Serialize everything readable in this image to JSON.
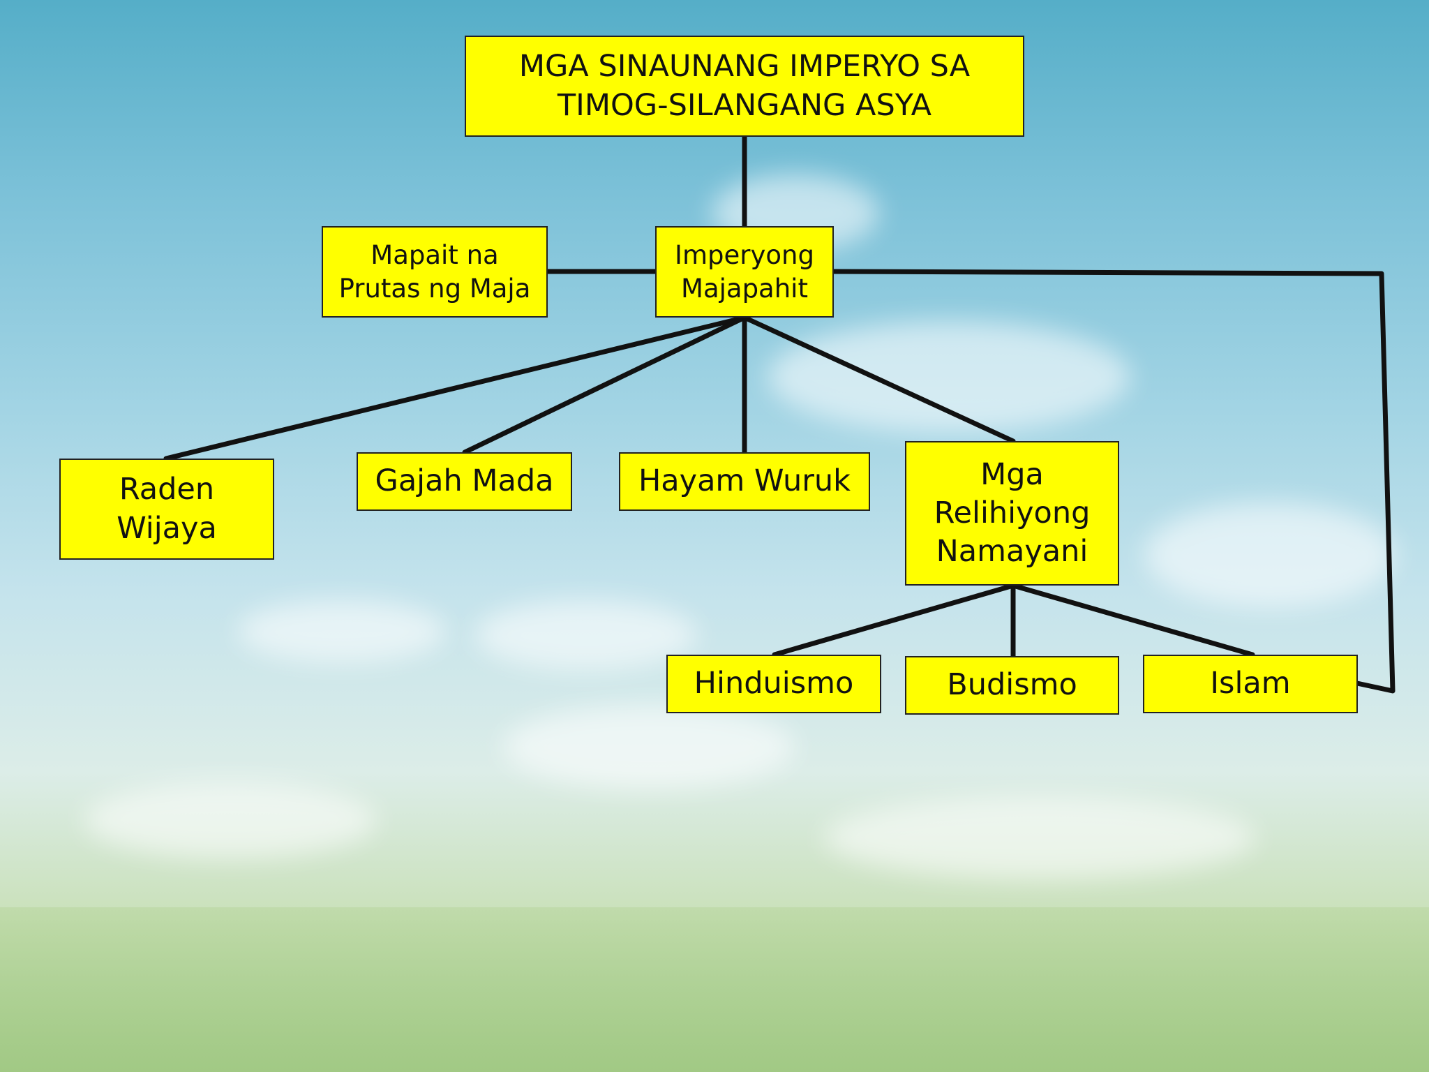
{
  "diagram": {
    "title": "MGA SINAUNANG  IMPERYO SA\nTIMOG-SILANGANG ASYA",
    "center": "Imperyong\nMajapahit",
    "side": "Mapait na\nPrutas ng Maja",
    "children": [
      "Raden\nWijaya",
      "Gajah Mada",
      "Hayam Wuruk",
      "Mga\nRelihiyong\nNamayani"
    ],
    "religions": [
      "Hinduismo",
      "Budismo",
      "Islam"
    ]
  },
  "colors": {
    "box_fill": "#ffff00",
    "box_border": "#222222",
    "line": "#111111"
  }
}
